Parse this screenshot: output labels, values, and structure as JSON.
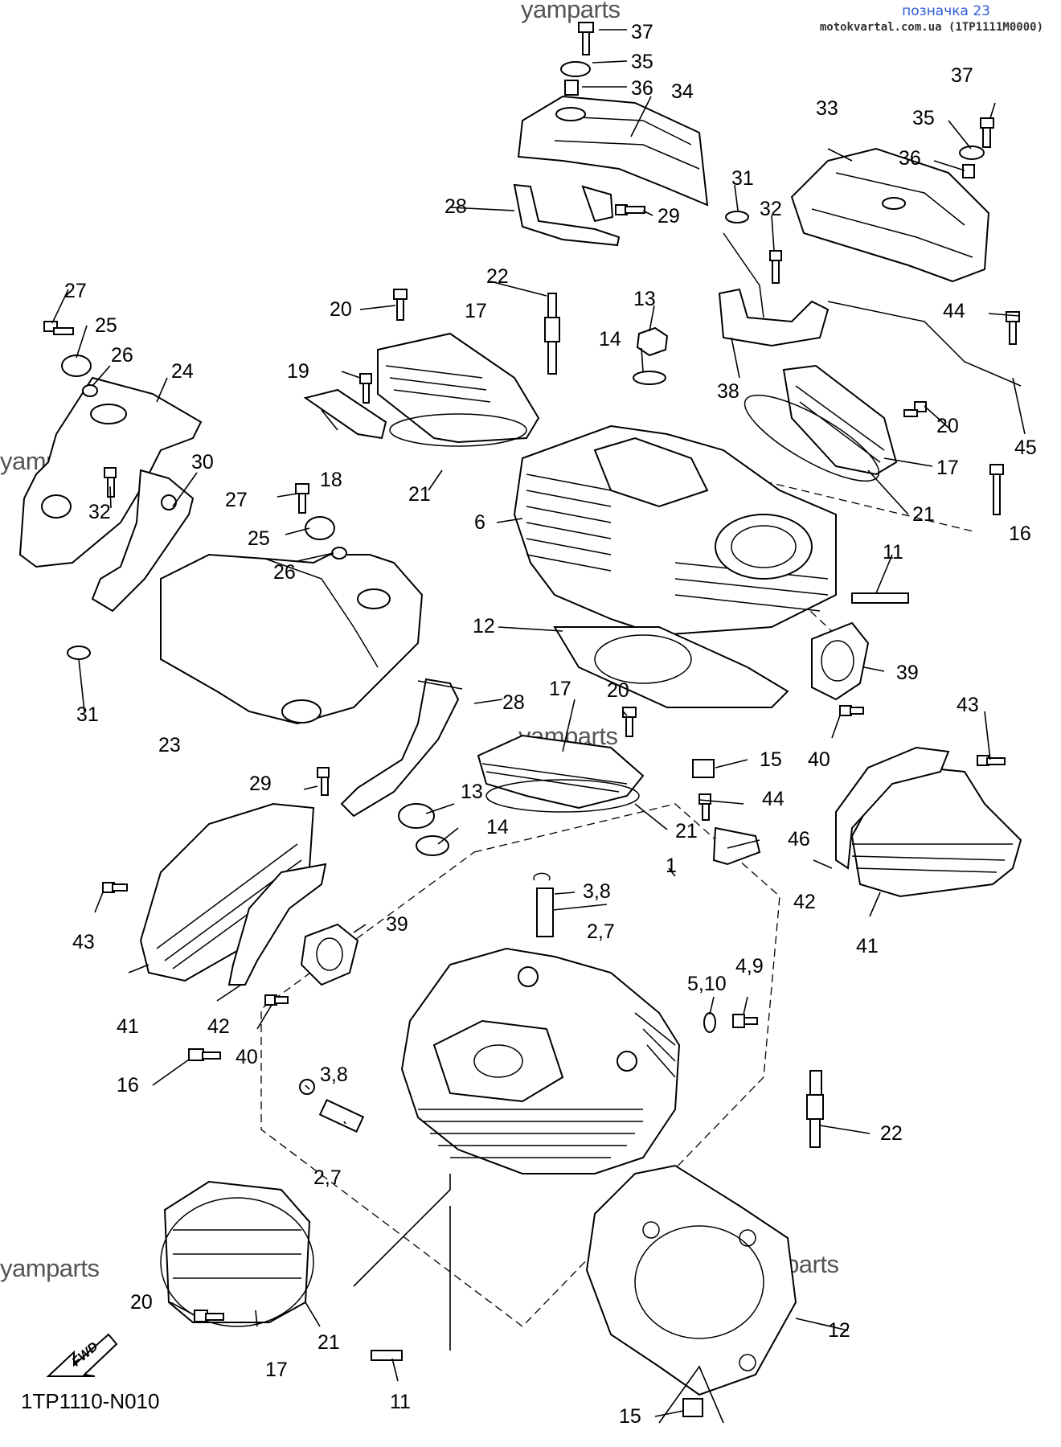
{
  "header": {
    "tag": "позначка 23",
    "source": "motokvartal.com.ua (1TP1111M0000)"
  },
  "watermarks": [
    "yamparts",
    "yamparts",
    "yamparts",
    "yamparts",
    "yamparts"
  ],
  "diagram_code": "1TP1110-N010",
  "fwd_label": "FWD",
  "callouts": [
    "37",
    "35",
    "36",
    "34",
    "28",
    "29",
    "37",
    "35",
    "36",
    "33",
    "31",
    "32",
    "44",
    "38",
    "45",
    "27",
    "25",
    "26",
    "24",
    "30",
    "32",
    "31",
    "20",
    "17",
    "19",
    "18",
    "21",
    "22",
    "13",
    "14",
    "20",
    "17",
    "21",
    "16",
    "6",
    "11",
    "27",
    "25",
    "26",
    "23",
    "28",
    "29",
    "12",
    "39",
    "40",
    "17",
    "20",
    "15",
    "43",
    "13",
    "14",
    "21",
    "44",
    "46",
    "1",
    "3,8",
    "2,7",
    "42",
    "41",
    "43",
    "41",
    "42",
    "39",
    "40",
    "5,10",
    "4,9",
    "16",
    "3,8",
    "2,7",
    "22",
    "20",
    "17",
    "21",
    "12",
    "11",
    "15"
  ]
}
